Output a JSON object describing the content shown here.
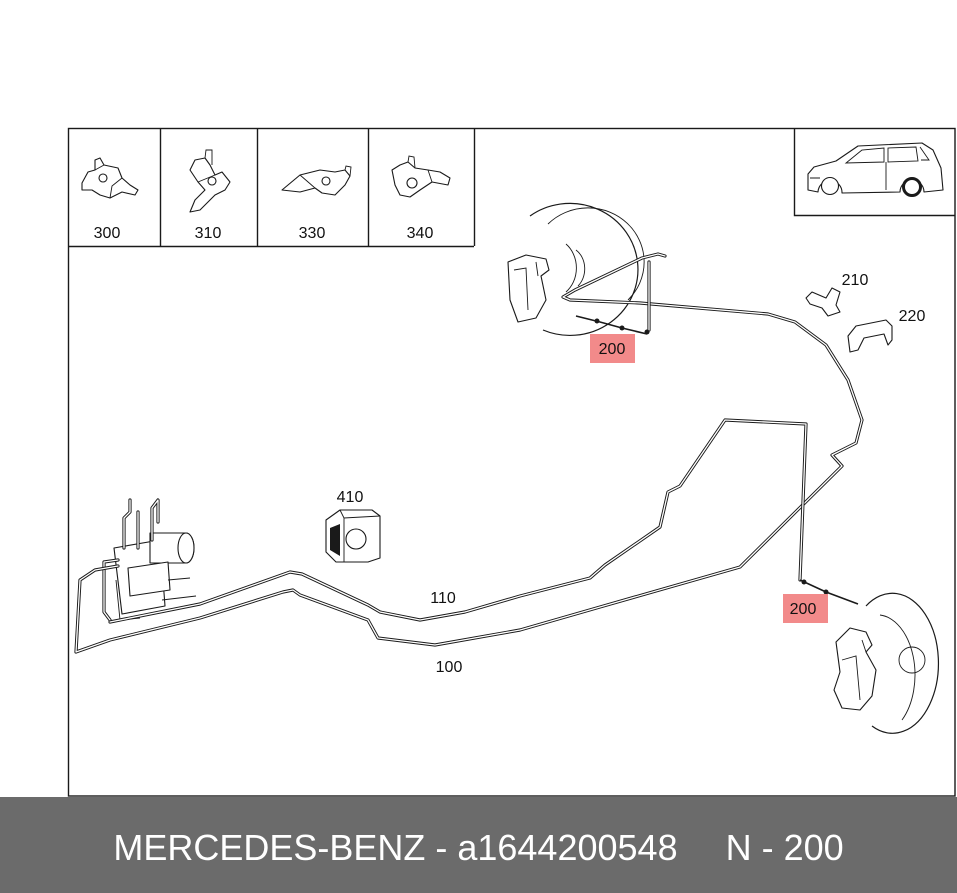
{
  "thumbnails": [
    {
      "label": "300",
      "icon": "bracket-300-icon"
    },
    {
      "label": "310",
      "icon": "bracket-310-icon"
    },
    {
      "label": "330",
      "icon": "bracket-330-icon"
    },
    {
      "label": "340",
      "icon": "bracket-340-icon"
    }
  ],
  "callouts": {
    "hose_front": "200",
    "bracket_210": "210",
    "bracket_220": "220",
    "part_410": "410",
    "line_110": "110",
    "line_100": "100",
    "hose_rear": "200"
  },
  "vehicle_icon": "suv-side-view-icon",
  "colors": {
    "highlight": "#f28a8a",
    "footer_bg": "#6b6b6b",
    "footer_text": "#ffffff",
    "line": "#1a1a1a"
  },
  "footer": {
    "part_number": "MERCEDES-BENZ - a1644200548",
    "position": "N - 200"
  }
}
